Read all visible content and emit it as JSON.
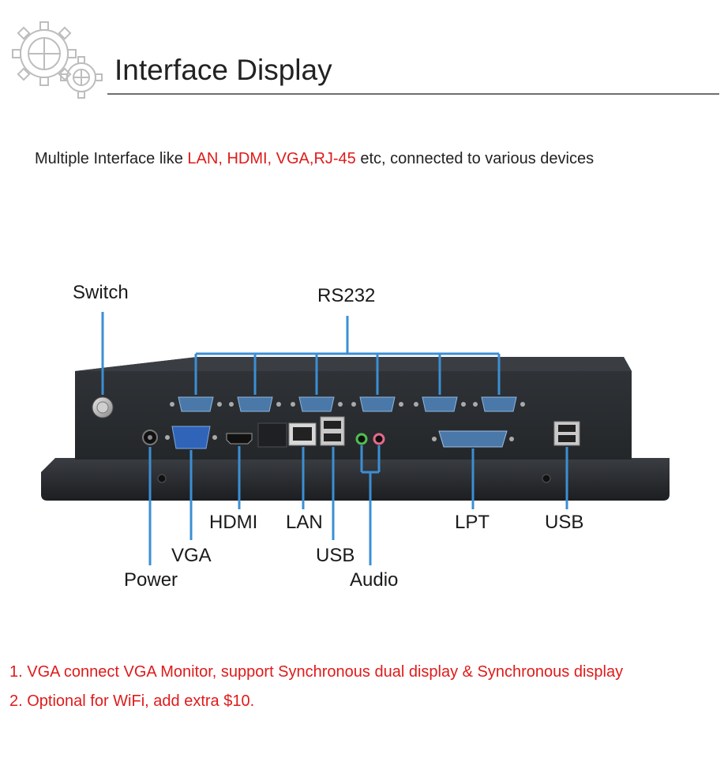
{
  "header": {
    "title": "Interface Display",
    "logo_icon": "gears-icon"
  },
  "intro": {
    "prefix": "Multiple Interface like ",
    "highlight": "LAN, HDMI, VGA,RJ-45",
    "suffix": " etc, connected to various devices"
  },
  "labels": {
    "switch": "Switch",
    "rs232": "RS232",
    "hdmi": "HDMI",
    "lan": "LAN",
    "lpt": "LPT",
    "usb_right": "USB",
    "vga": "VGA",
    "usb_center": "USB",
    "power": "Power",
    "audio": "Audio"
  },
  "notes": [
    "1. VGA connect VGA Monitor, support Synchronous dual display & Synchronous display",
    "2. Optional for WiFi, add extra $10."
  ],
  "colors": {
    "accent_red": "#e01a1a",
    "callout_blue": "#3b8fd4",
    "panel_dark": "#2a2d31"
  }
}
